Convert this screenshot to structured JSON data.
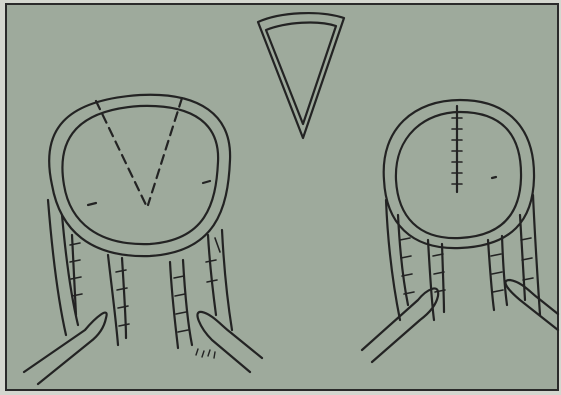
{
  "figure": {
    "background": "#9eaa9c",
    "border": "#2a2a2a",
    "ink": "#232323",
    "panels": [
      {
        "id": "excision-site",
        "description": ""
      },
      {
        "id": "excised-wedge",
        "description": ""
      },
      {
        "id": "sutured-closure",
        "description": ""
      }
    ]
  }
}
